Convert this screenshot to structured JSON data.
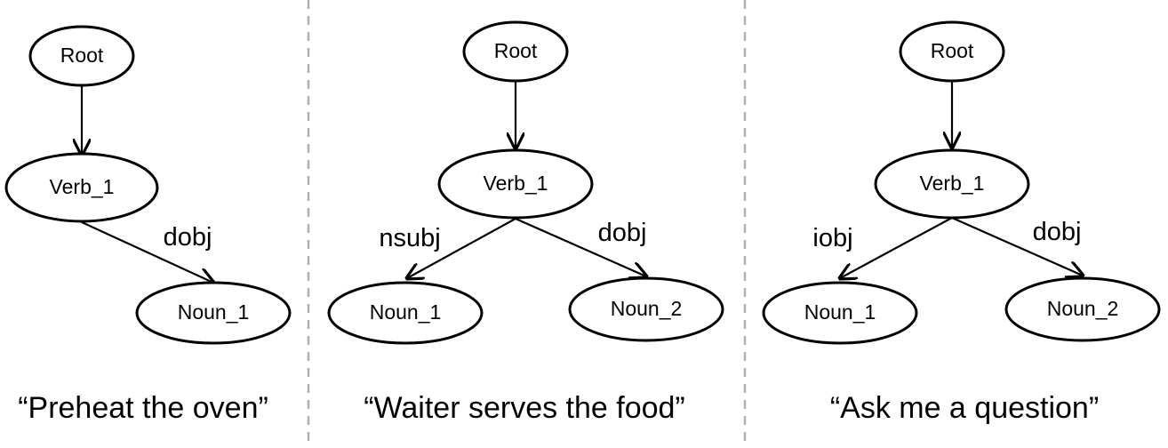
{
  "diagrams": [
    {
      "caption": "“Preheat the oven”",
      "nodes": {
        "root": "Root",
        "verb": "Verb_1",
        "noun1": "Noun_1"
      },
      "edges": {
        "dobj": "dobj"
      }
    },
    {
      "caption": "“Waiter serves the food”",
      "nodes": {
        "root": "Root",
        "verb": "Verb_1",
        "noun1": "Noun_1",
        "noun2": "Noun_2"
      },
      "edges": {
        "nsubj": "nsubj",
        "dobj": "dobj"
      }
    },
    {
      "caption": "“Ask me a question”",
      "nodes": {
        "root": "Root",
        "verb": "Verb_1",
        "noun1": "Noun_1",
        "noun2": "Noun_2"
      },
      "edges": {
        "iobj": "iobj",
        "dobj": "dobj"
      }
    }
  ],
  "colors": {
    "stroke": "#000000",
    "divider": "#b0b0b0",
    "background": "#ffffff"
  }
}
